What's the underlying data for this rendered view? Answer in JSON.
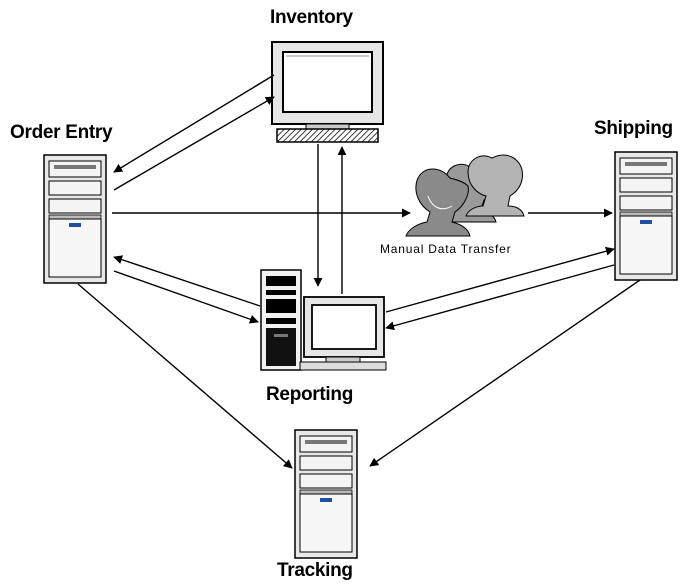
{
  "nodes": {
    "inventory": {
      "label": "Inventory"
    },
    "order_entry": {
      "label": "Order Entry"
    },
    "shipping": {
      "label": "Shipping"
    },
    "reporting": {
      "label": "Reporting"
    },
    "tracking": {
      "label": "Tracking"
    },
    "manual": {
      "label": "Manual Data Transfer"
    }
  }
}
